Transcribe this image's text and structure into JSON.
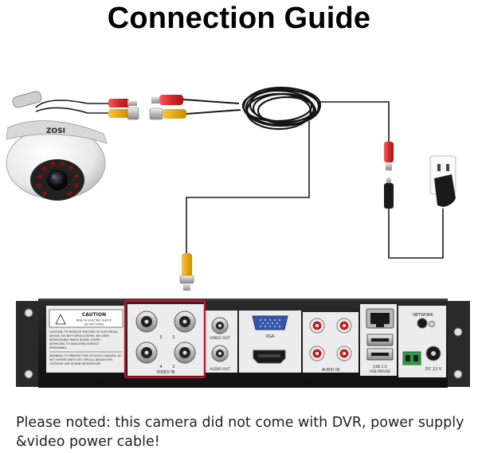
{
  "title": "Connection Guide",
  "camera": {
    "brand": "ZOSI"
  },
  "dvr": {
    "caution_title": "CAUTION",
    "caution_sub_lines": [
      "RISK OF ELECTRIC SHOCK",
      "DO NOT OPEN"
    ],
    "caution_lines": [
      "CAUTION: TO REDUCE THE RISK OF ELECTRICAL",
      "SHOCK, DO NOT OPEN COVERS. NO USER",
      "SERVICEABLE PARTS INSIDE. REFER",
      "SERVICING TO QUALIFIED SERVICE",
      "PERSONNEL"
    ],
    "warning_lines": [
      "WARNING: TO PREVENT FIRE OR SHOCK HAZARD, DO",
      "NOT EXPOSE UNITS NOT SPECIAL DESIGN FOR",
      "OUTDOOR USE IN RAIN OR MOISTURE"
    ],
    "video_in_label": "VIDEO IN",
    "channel_numbers": [
      "3",
      "1",
      "4",
      "2"
    ],
    "video_out_label": "VIDEO OUT",
    "audio_out_label": "AUDIO OUT",
    "vga_label": "VGA",
    "audio_in_label": "AUDIO IN",
    "usb_label_top": "USB 2.0",
    "usb_label_bottom": "USB MOUSE",
    "network_label": "NETWORK",
    "power_label": "DC 12 V"
  },
  "note": "Please noted: this camera did not come with DVR, power supply &video power cable!",
  "colors": {
    "highlight_box": "#c8102e",
    "cable": "#1a1a1a",
    "power_plug": "#d42a2a",
    "video_plug": "#f2b31c",
    "dvr_body": "#1c1c1c"
  }
}
